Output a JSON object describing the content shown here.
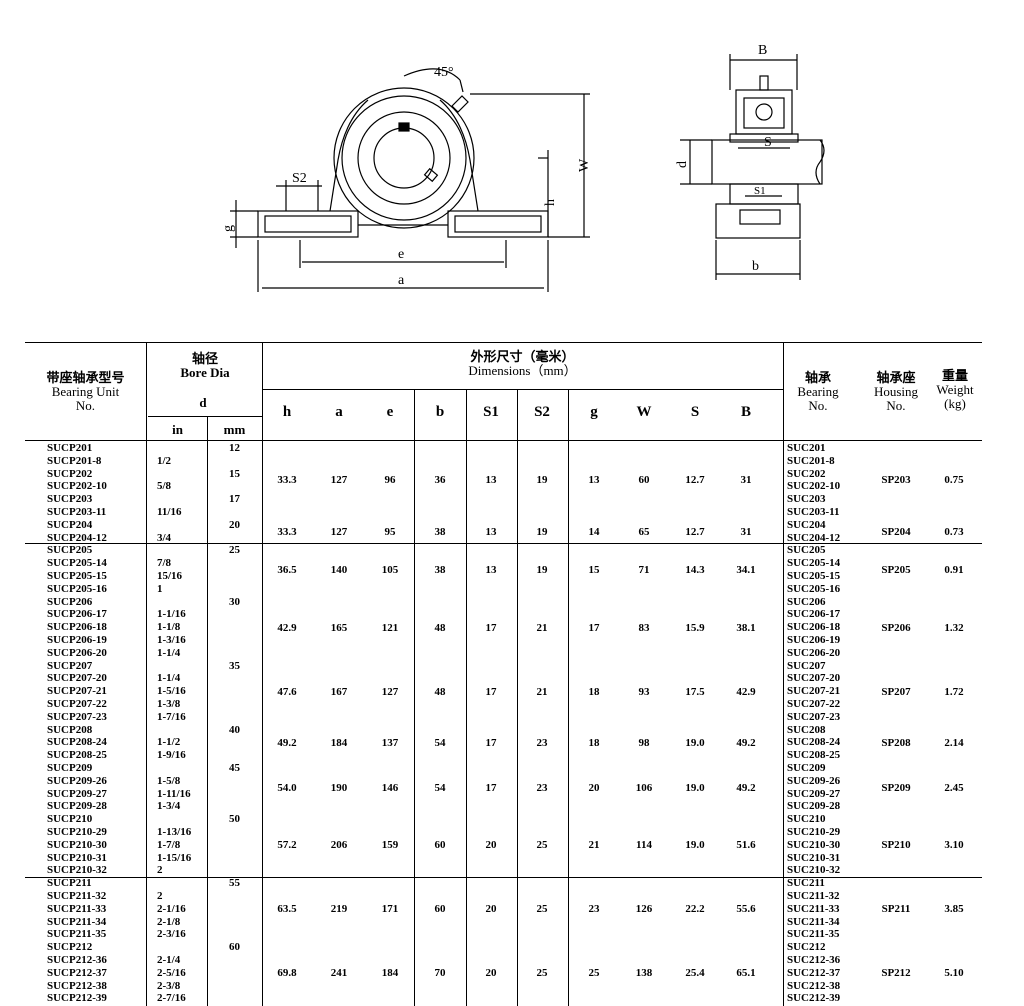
{
  "drawing": {
    "angle_label": "45°",
    "front_labels": [
      "S2",
      "g",
      "h",
      "W",
      "e",
      "a"
    ],
    "side_labels": [
      "B",
      "d",
      "S",
      "S1",
      "b"
    ]
  },
  "headers": {
    "model_cn": "带座轴承型号",
    "model_en": "Bearing Unit",
    "model_no": "No.",
    "bore_cn": "轴径",
    "bore_en": "Bore Dia",
    "bore_d": "d",
    "inch": "in",
    "mm": "mm",
    "dim_cn": "外形尺寸（毫米）",
    "dim_en": "Dimensions（mm）",
    "dims": [
      "h",
      "a",
      "e",
      "b",
      "S1",
      "S2",
      "g",
      "W",
      "S",
      "B"
    ],
    "bearing_cn": "轴承",
    "bearing_en": "Bearing",
    "bearing_no": "No.",
    "housing_cn": "轴承座",
    "housing_en": "Housing",
    "housing_no": "No.",
    "weight_cn": "重量",
    "weight_en": "Weight",
    "weight_unit": "(kg)"
  },
  "groups": [
    {
      "units": [
        "SUCP201",
        "SUCP201-8",
        "SUCP202",
        "SUCP202-10",
        "SUCP203",
        "SUCP203-11"
      ],
      "inch": [
        "",
        "1/2",
        "",
        "5/8",
        "",
        "11/16"
      ],
      "mm": [
        {
          "row": 0,
          "v": "12"
        },
        {
          "row": 2,
          "v": "15"
        },
        {
          "row": 4,
          "v": "17"
        }
      ],
      "dims": [
        "33.3",
        "127",
        "96",
        "36",
        "13",
        "19",
        "13",
        "60",
        "12.7",
        "31"
      ],
      "bearings": [
        "SUC201",
        "SUC201-8",
        "SUC202",
        "SUC202-10",
        "SUC203",
        "SUC203-11"
      ],
      "housing": "SP203",
      "weight": "0.75"
    },
    {
      "units": [
        "SUCP204",
        "SUCP204-12"
      ],
      "inch": [
        "",
        "3/4"
      ],
      "mm": [
        {
          "row": 0,
          "v": "20"
        }
      ],
      "dims": [
        "33.3",
        "127",
        "95",
        "38",
        "13",
        "19",
        "14",
        "65",
        "12.7",
        "31"
      ],
      "bearings": [
        "SUC204",
        "SUC204-12"
      ],
      "housing": "SP204",
      "weight": "0.73"
    },
    {
      "units": [
        "SUCP205",
        "SUCP205-14",
        "SUCP205-15",
        "SUCP205-16"
      ],
      "inch": [
        "",
        "7/8",
        "15/16",
        "1"
      ],
      "mm": [
        {
          "row": 0,
          "v": "25"
        }
      ],
      "dims": [
        "36.5",
        "140",
        "105",
        "38",
        "13",
        "19",
        "15",
        "71",
        "14.3",
        "34.1"
      ],
      "bearings": [
        "SUC205",
        "SUC205-14",
        "SUC205-15",
        "SUC205-16"
      ],
      "housing": "SP205",
      "weight": "0.91"
    },
    {
      "units": [
        "SUCP206",
        "SUCP206-17",
        "SUCP206-18",
        "SUCP206-19",
        "SUCP206-20"
      ],
      "inch": [
        "",
        "1-1/16",
        "1-1/8",
        "1-3/16",
        "1-1/4"
      ],
      "mm": [
        {
          "row": 0,
          "v": "30"
        }
      ],
      "dims": [
        "42.9",
        "165",
        "121",
        "48",
        "17",
        "21",
        "17",
        "83",
        "15.9",
        "38.1"
      ],
      "bearings": [
        "SUC206",
        "SUC206-17",
        "SUC206-18",
        "SUC206-19",
        "SUC206-20"
      ],
      "housing": "SP206",
      "weight": "1.32"
    },
    {
      "units": [
        "SUCP207",
        "SUCP207-20",
        "SUCP207-21",
        "SUCP207-22",
        "SUCP207-23"
      ],
      "inch": [
        "",
        "1-1/4",
        "1-5/16",
        "1-3/8",
        "1-7/16"
      ],
      "mm": [
        {
          "row": 0,
          "v": "35"
        }
      ],
      "dims": [
        "47.6",
        "167",
        "127",
        "48",
        "17",
        "21",
        "18",
        "93",
        "17.5",
        "42.9"
      ],
      "bearings": [
        "SUC207",
        "SUC207-20",
        "SUC207-21",
        "SUC207-22",
        "SUC207-23"
      ],
      "housing": "SP207",
      "weight": "1.72"
    },
    {
      "units": [
        "SUCP208",
        "SUCP208-24",
        "SUCP208-25"
      ],
      "inch": [
        "",
        "1-1/2",
        "1-9/16"
      ],
      "mm": [
        {
          "row": 0,
          "v": "40"
        }
      ],
      "dims": [
        "49.2",
        "184",
        "137",
        "54",
        "17",
        "23",
        "18",
        "98",
        "19.0",
        "49.2"
      ],
      "bearings": [
        "SUC208",
        "SUC208-24",
        "SUC208-25"
      ],
      "housing": "SP208",
      "weight": "2.14"
    },
    {
      "units": [
        "SUCP209",
        "SUCP209-26",
        "SUCP209-27",
        "SUCP209-28"
      ],
      "inch": [
        "",
        "1-5/8",
        "1-11/16",
        "1-3/4"
      ],
      "mm": [
        {
          "row": 0,
          "v": "45"
        }
      ],
      "dims": [
        "54.0",
        "190",
        "146",
        "54",
        "17",
        "23",
        "20",
        "106",
        "19.0",
        "49.2"
      ],
      "bearings": [
        "SUC209",
        "SUC209-26",
        "SUC209-27",
        "SUC209-28"
      ],
      "housing": "SP209",
      "weight": "2.45"
    },
    {
      "units": [
        "SUCP210",
        "SUCP210-29",
        "SUCP210-30",
        "SUCP210-31",
        "SUCP210-32"
      ],
      "inch": [
        "",
        "1-13/16",
        "1-7/8",
        "1-15/16",
        "2"
      ],
      "mm": [
        {
          "row": 0,
          "v": "50"
        }
      ],
      "dims": [
        "57.2",
        "206",
        "159",
        "60",
        "20",
        "25",
        "21",
        "114",
        "19.0",
        "51.6"
      ],
      "bearings": [
        "SUC210",
        "SUC210-29",
        "SUC210-30",
        "SUC210-31",
        "SUC210-32"
      ],
      "housing": "SP210",
      "weight": "3.10"
    },
    {
      "units": [
        "SUCP211",
        "SUCP211-32",
        "SUCP211-33",
        "SUCP211-34",
        "SUCP211-35"
      ],
      "inch": [
        "",
        "2",
        "2-1/16",
        "2-1/8",
        "2-3/16"
      ],
      "mm": [
        {
          "row": 0,
          "v": "55"
        }
      ],
      "dims": [
        "63.5",
        "219",
        "171",
        "60",
        "20",
        "25",
        "23",
        "126",
        "22.2",
        "55.6"
      ],
      "bearings": [
        "SUC211",
        "SUC211-32",
        "SUC211-33",
        "SUC211-34",
        "SUC211-35"
      ],
      "housing": "SP211",
      "weight": "3.85"
    },
    {
      "units": [
        "SUCP212",
        "SUCP212-36",
        "SUCP212-37",
        "SUCP212-38",
        "SUCP212-39"
      ],
      "inch": [
        "",
        "2-1/4",
        "2-5/16",
        "2-3/8",
        "2-7/16"
      ],
      "mm": [
        {
          "row": 0,
          "v": "60"
        }
      ],
      "dims": [
        "69.8",
        "241",
        "184",
        "70",
        "20",
        "25",
        "25",
        "138",
        "25.4",
        "65.1"
      ],
      "bearings": [
        "SUC212",
        "SUC212-36",
        "SUC212-37",
        "SUC212-38",
        "SUC212-39"
      ],
      "housing": "SP212",
      "weight": "5.10"
    }
  ]
}
